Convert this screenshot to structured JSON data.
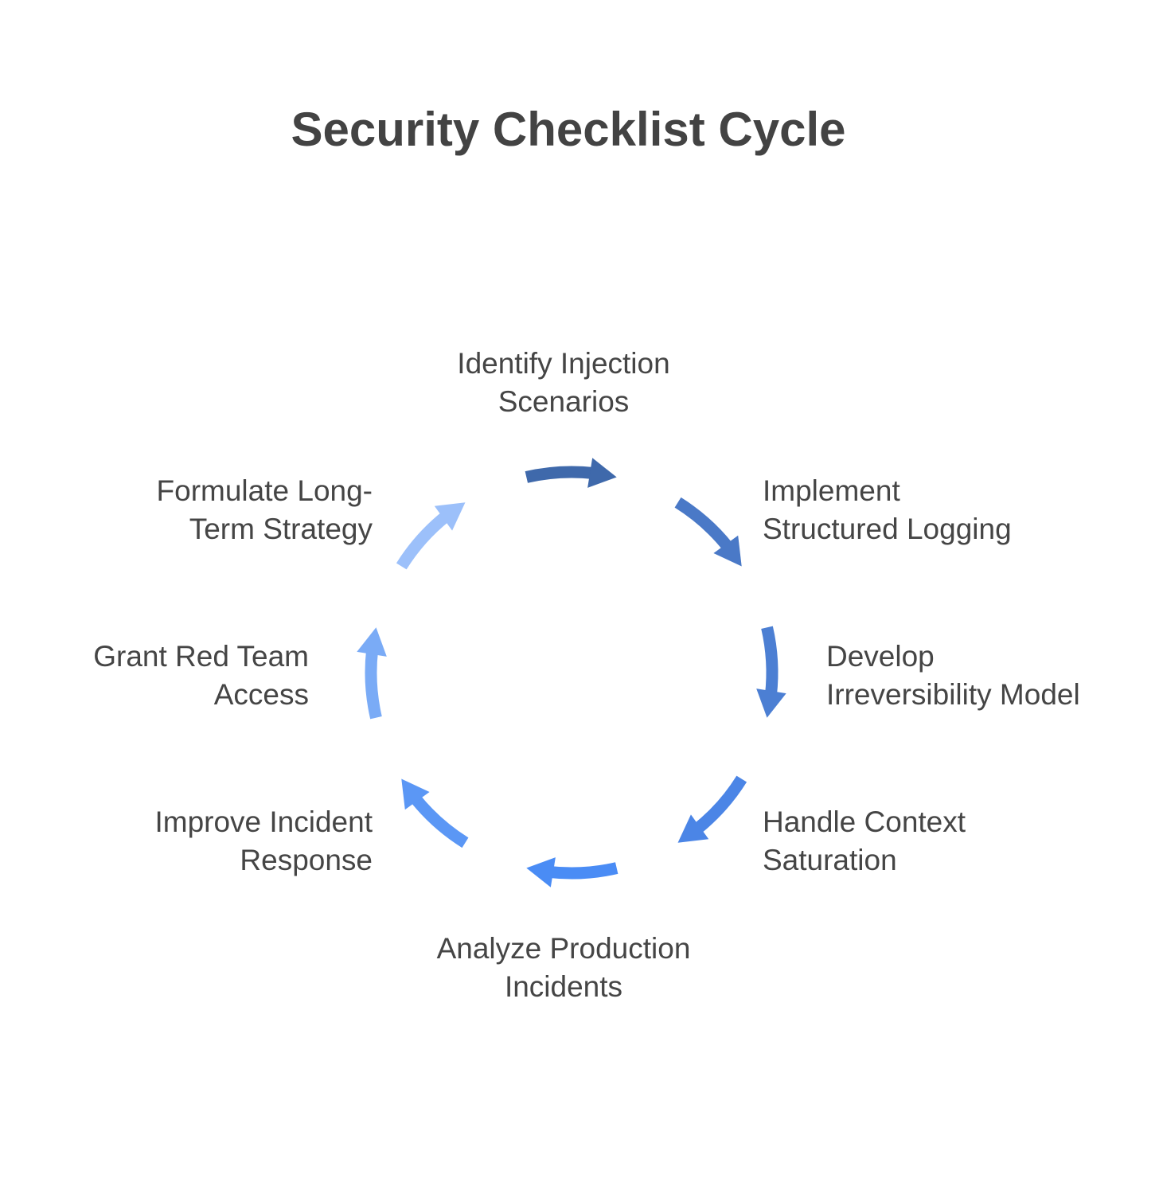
{
  "title": "Security Checklist Cycle",
  "steps": [
    {
      "line1": "Identify Injection",
      "line2": "Scenarios",
      "color": "#3f69ab"
    },
    {
      "line1": "Implement",
      "line2": "Structured Logging",
      "color": "#4a79c7"
    },
    {
      "line1": "Develop",
      "line2": "Irreversibility Model",
      "color": "#4c7fd3"
    },
    {
      "line1": "Handle Context",
      "line2": "Saturation",
      "color": "#4b85e6"
    },
    {
      "line1": "Analyze Production",
      "line2": "Incidents",
      "color": "#4a8cf5"
    },
    {
      "line1": "Improve Incident",
      "line2": "Response",
      "color": "#5b97f5"
    },
    {
      "line1": "Grant Red Team",
      "line2": "Access",
      "color": "#7aabf6"
    },
    {
      "line1": "Formulate Long-",
      "line2": "Term Strategy",
      "color": "#9cc0fa"
    }
  ]
}
